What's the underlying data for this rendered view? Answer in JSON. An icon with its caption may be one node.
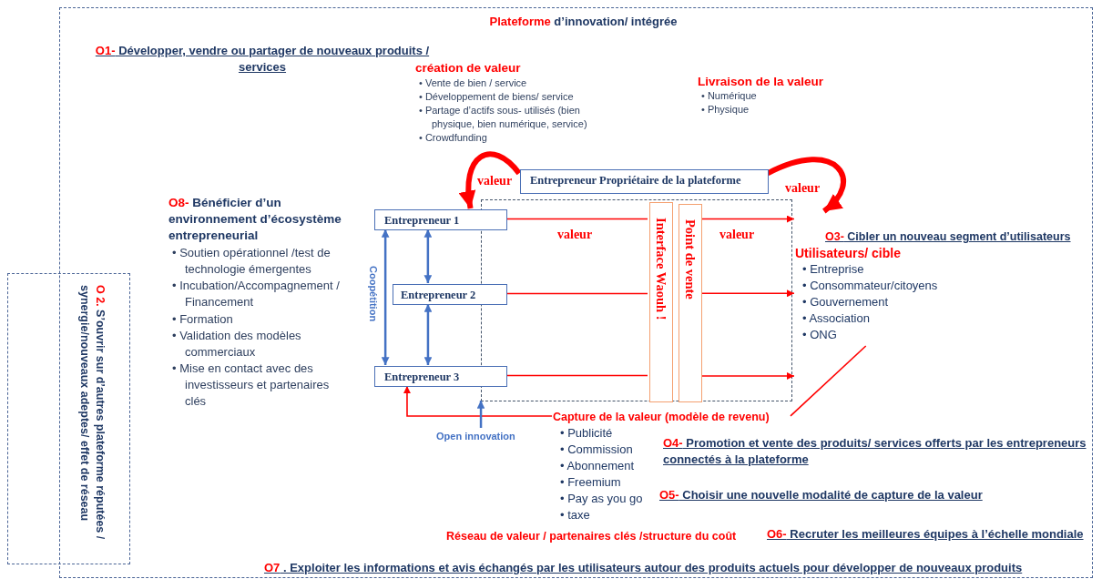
{
  "diagram": {
    "nodes": [
      {
        "text": [
          "Plateforme d’innovation/ intégrée"
        ]
      },
      {
        "text": [
          "Entrepreneur Propriétaire de la plateforme"
        ],
        "in": 0
      },
      {
        "text": [],
        "shape": "box",
        "in": 0
      },
      {
        "text": [
          "Entrepreneur 1"
        ],
        "in": 0
      },
      {
        "text": [
          "Entrepreneur 2"
        ],
        "in": 0
      },
      {
        "text": [
          "Entrepreneur 3"
        ],
        "in": 0
      },
      {
        "text": [
          "Interface Waouh !"
        ],
        "in": 2
      },
      {
        "text": [
          "Point de vente"
        ],
        "in": 2
      },
      {
        "text": [
          "O3- Cibler un nouveau segment d’utilisateurs",
          "Utilisateurs/ cible",
          "• Entreprise",
          "• Consommateur/citoyens",
          "• Gouvernement",
          "• Association",
          "• ONG"
        ],
        "in": 0
      },
      {
        "text": [
          "Capture de la valeur (modèle de revenu)",
          "• Publicité",
          "• Commission",
          "• Abonnement",
          "• Freemium",
          "• Pay as you go",
          "• taxe"
        ],
        "in": 0
      },
      {
        "text": [
          "Open innovation"
        ],
        "in": 0
      },
      {
        "text": [
          "O 2. S’ouvrir sur d’autres plateforme réputées / synergie/nouveaux adeptes/ effet de réseau"
        ]
      }
    ],
    "edges": [
      {
        "from": 1,
        "to": 3,
        "arrow": "to",
        "label": "valeur",
        "style": "thick"
      },
      {
        "from": 1,
        "to": 8,
        "arrow": "to",
        "label": "valeur",
        "style": "thick"
      },
      {
        "from": 3,
        "to": 6,
        "arrow": "none",
        "label": "valeur"
      },
      {
        "from": 4,
        "to": 6,
        "arrow": "none"
      },
      {
        "from": 5,
        "to": 6,
        "arrow": "none"
      },
      {
        "from": 7,
        "to": 8,
        "arrow": "to",
        "label": "valeur"
      },
      {
        "from": 7,
        "to": 8,
        "arrow": "to"
      },
      {
        "from": 7,
        "to": 8,
        "arrow": "to"
      },
      {
        "from": 3,
        "to": 5,
        "arrow": "both",
        "label": "Coopétition",
        "color": "#4472c4"
      },
      {
        "from": 3,
        "to": 4,
        "arrow": "both",
        "color": "#4472c4"
      },
      {
        "from": 4,
        "to": 5,
        "arrow": "both",
        "color": "#4472c4"
      },
      {
        "from": 9,
        "to": 5,
        "arrow": "to"
      },
      {
        "from": 10,
        "to": 2,
        "arrow": "to",
        "color": "#4472c4"
      },
      {
        "from": 9,
        "to": 8,
        "arrow": "none"
      }
    ],
    "labels": [
      "O1- Développer, vendre ou partager de nouveaux produits / services",
      "création de valeur",
      "• Vente de bien / service",
      "• Développement de biens/ service",
      "• Partage d’actifs sous- utilisés (bien physique, bien numérique, service)",
      "• Crowdfunding",
      "Livraison de la valeur",
      "• Numérique",
      "• Physique",
      "O8- Bénéficier d’un environnement d’écosystème entrepreneurial",
      "• Soutien opérationnel /test de technologie émergentes",
      "• Incubation/Accompagnement / Financement",
      "• Formation",
      "• Validation des modèles commerciaux",
      "• Mise en contact avec des investisseurs et partenaires clés",
      "O4- Promotion et vente des produits/ services offerts par les entrepreneurs connectés à la plateforme",
      "O5- Choisir une nouvelle modalité de capture de la valeur",
      "Réseau de valeur / partenaires clés /structure du coût",
      "O6- Recruter les meilleures équipes à l’échelle mondiale",
      "O7 . Exploiter les informations et avis échangés par les utilisateurs autour des produits actuels pour développer de nouveaux produits"
    ]
  }
}
